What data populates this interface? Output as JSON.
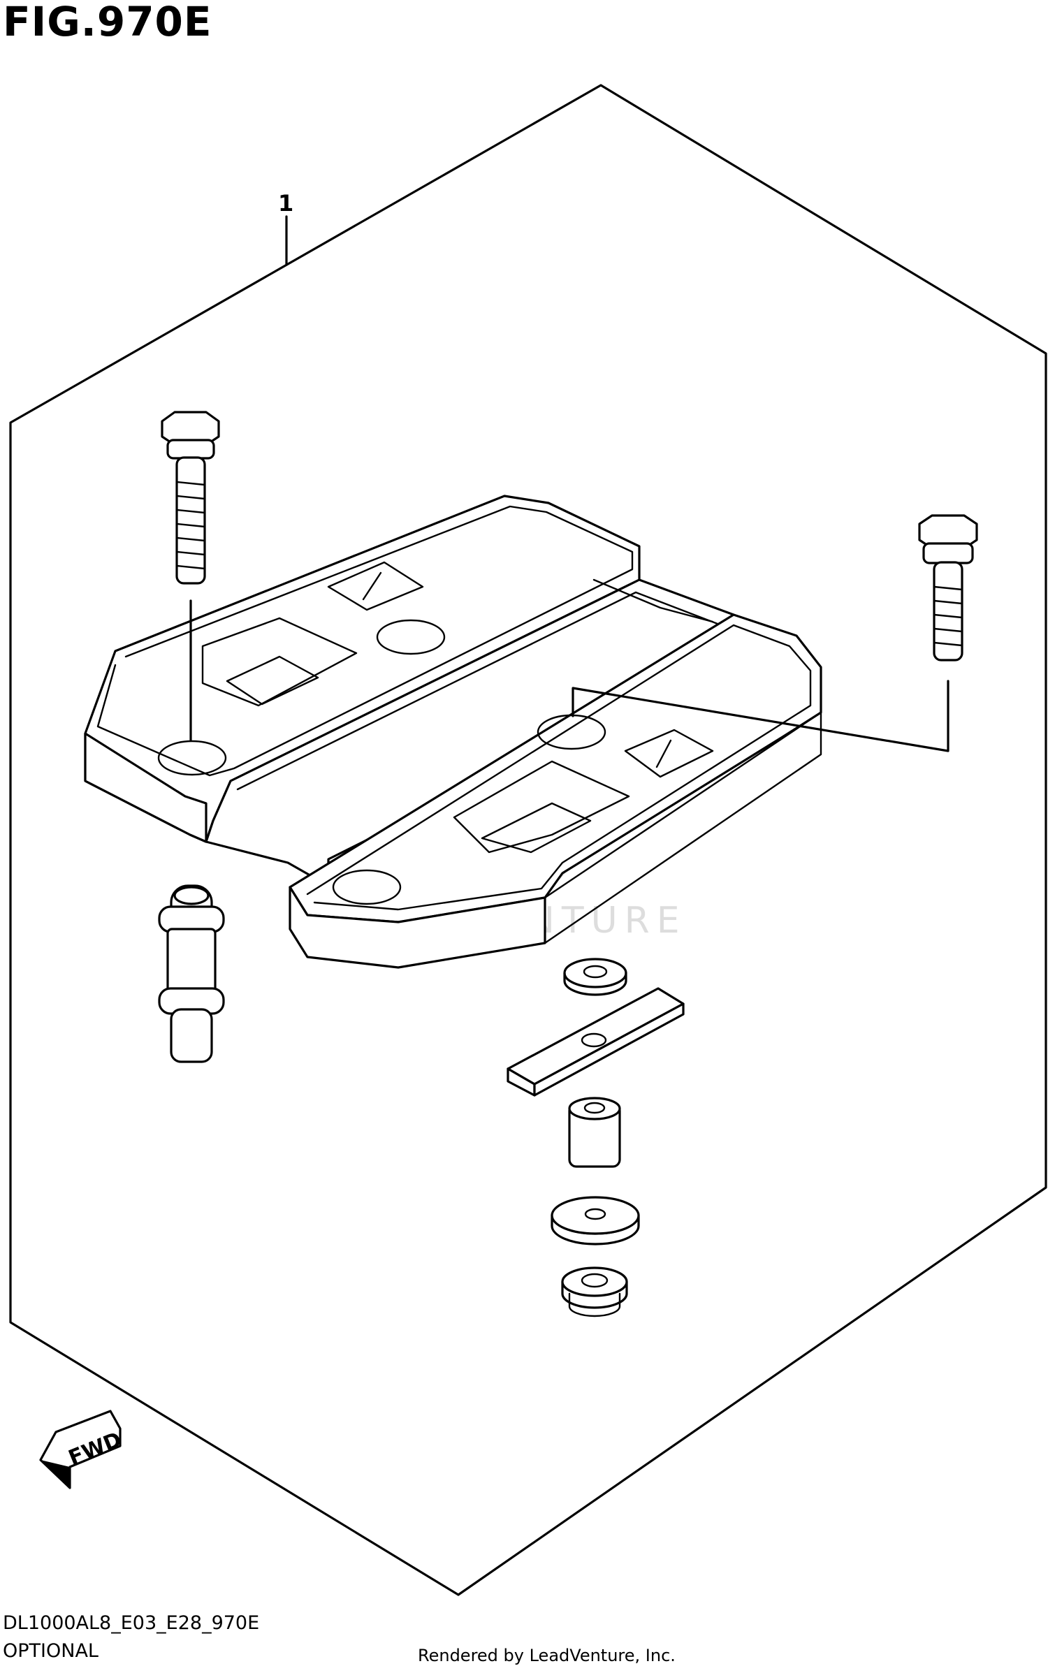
{
  "figure": {
    "title": "FIG.970E",
    "callouts": [
      {
        "label": "1"
      }
    ],
    "direction_marker": "FWD",
    "watermark": "LEADVENTURE"
  },
  "footer": {
    "diagram_code": "DL1000AL8_E03_E28_970E",
    "section": "OPTIONAL",
    "credit": "Rendered by LeadVenture, Inc."
  }
}
